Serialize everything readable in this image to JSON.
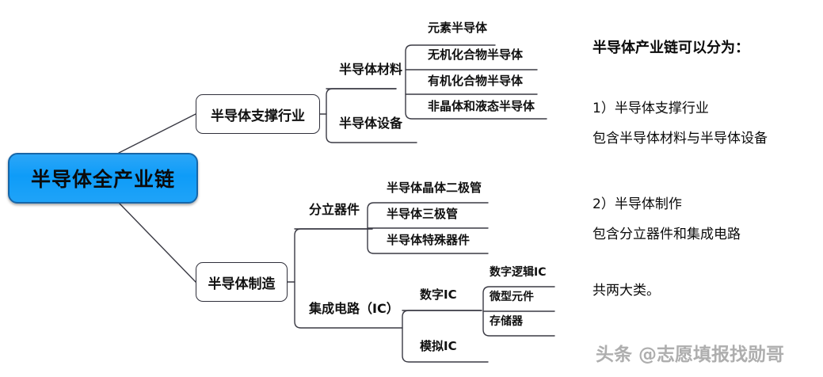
{
  "diagram": {
    "root": {
      "label": "半导体全产业链"
    },
    "branches": [
      {
        "id": "support",
        "label": "半导体支撑行业",
        "children": [
          {
            "id": "materials",
            "label": "半导体材料",
            "children": [
              {
                "label": "元素半导体"
              },
              {
                "label": "无机化合物半导体"
              },
              {
                "label": "有机化合物半导体"
              },
              {
                "label": "非晶体和液态半导体"
              }
            ]
          },
          {
            "id": "equipment",
            "label": "半导体设备",
            "children": []
          }
        ]
      },
      {
        "id": "manufacture",
        "label": "半导体制造",
        "children": [
          {
            "id": "discrete",
            "label": "分立器件",
            "children": [
              {
                "label": "半导体晶体二极管"
              },
              {
                "label": "半导体三极管"
              },
              {
                "label": "半导体特殊器件"
              }
            ]
          },
          {
            "id": "ic",
            "label": "集成电路（IC）",
            "children": [
              {
                "id": "digital-ic",
                "label": "数字IC",
                "children": [
                  {
                    "label": "数字逻辑IC"
                  },
                  {
                    "label": "微型元件"
                  },
                  {
                    "label": "存储器"
                  }
                ]
              },
              {
                "id": "analog-ic",
                "label": "模拟IC",
                "children": []
              }
            ]
          }
        ]
      }
    ]
  },
  "panel": {
    "title": "半导体产业链可以分为：",
    "line1": "1）半导体支撑行业",
    "line2": "包含半导体材料与半导体设备",
    "line3": "2）半导体制作",
    "line4": "包含分立器件和集成电路",
    "line5": "共两大类。"
  },
  "watermark": {
    "text": "头条 @志愿填报找勋哥"
  },
  "colors": {
    "root_fill": "#0e9cf8",
    "root_border": "#1766a8",
    "node_border": "#2f2f3a",
    "line": "#3a3a44",
    "text": "#101010",
    "watermark": "#8f8f8f",
    "background": "#ffffff"
  }
}
